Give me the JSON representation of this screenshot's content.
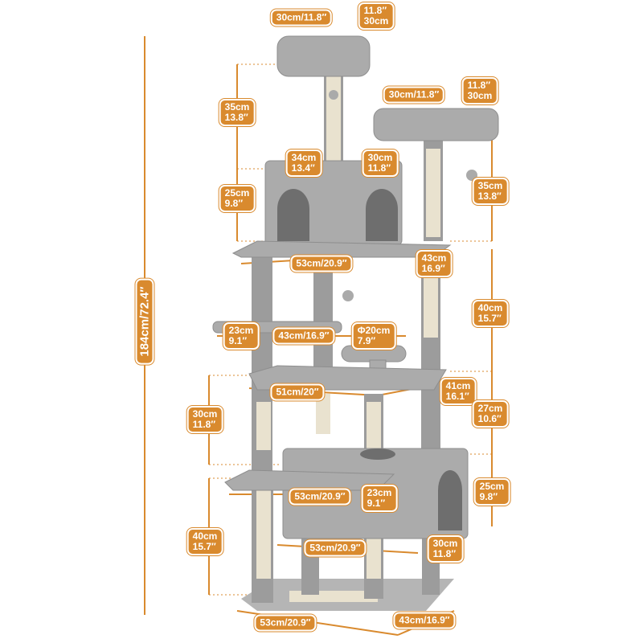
{
  "colors": {
    "accent": "#d98a2e",
    "plush": "#a9a9a9",
    "post": "#9c9c9c",
    "sisal": "#e9e2cf"
  },
  "labels": [
    {
      "l1": "30cm/11.8″"
    },
    {
      "l1": "11.8″",
      "l2": "30cm"
    },
    {
      "l1": "30cm/11.8″"
    },
    {
      "l1": "11.8″",
      "l2": "30cm"
    },
    {
      "l1": "35cm",
      "l2": "13.8″"
    },
    {
      "l1": "34cm",
      "l2": "13.4″"
    },
    {
      "l1": "30cm",
      "l2": "11.8″"
    },
    {
      "l1": "35cm",
      "l2": "13.8″"
    },
    {
      "l1": "25cm",
      "l2": "9.8″"
    },
    {
      "l1": "53cm/20.9″"
    },
    {
      "l1": "43cm",
      "l2": "16.9″"
    },
    {
      "l1": "40cm",
      "l2": "15.7″"
    },
    {
      "l1": "23cm",
      "l2": "9.1″"
    },
    {
      "l1": "43cm/16.9″"
    },
    {
      "l1": "Φ20cm",
      "l2": "7.9″"
    },
    {
      "l1": "184cm/72.4″"
    },
    {
      "l1": "51cm/20″"
    },
    {
      "l1": "41cm",
      "l2": "16.1″"
    },
    {
      "l1": "30cm",
      "l2": "11.8″"
    },
    {
      "l1": "27cm",
      "l2": "10.6″"
    },
    {
      "l1": "25cm",
      "l2": "9.8″"
    },
    {
      "l1": "53cm/20.9″"
    },
    {
      "l1": "23cm",
      "l2": "9.1″"
    },
    {
      "l1": "40cm",
      "l2": "15.7″"
    },
    {
      "l1": "53cm/20.9″"
    },
    {
      "l1": "30cm",
      "l2": "11.8″"
    },
    {
      "l1": "53cm/20.9″"
    },
    {
      "l1": "43cm/16.9″"
    }
  ]
}
